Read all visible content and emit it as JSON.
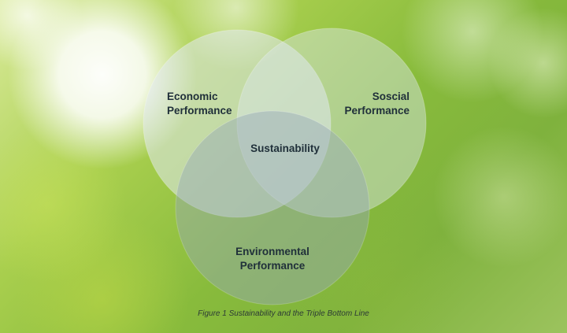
{
  "diagram": {
    "type": "venn",
    "circles": [
      {
        "label_lines": [
          "Economic",
          "Performance"
        ]
      },
      {
        "label_lines": [
          "Soscial",
          "Performance"
        ]
      },
      {
        "label_lines": [
          "Environmental",
          "Performance"
        ]
      }
    ],
    "intersection_label": "Sustainability",
    "caption": "Figure 1 Sustainability and the Triple Bottom Line"
  }
}
